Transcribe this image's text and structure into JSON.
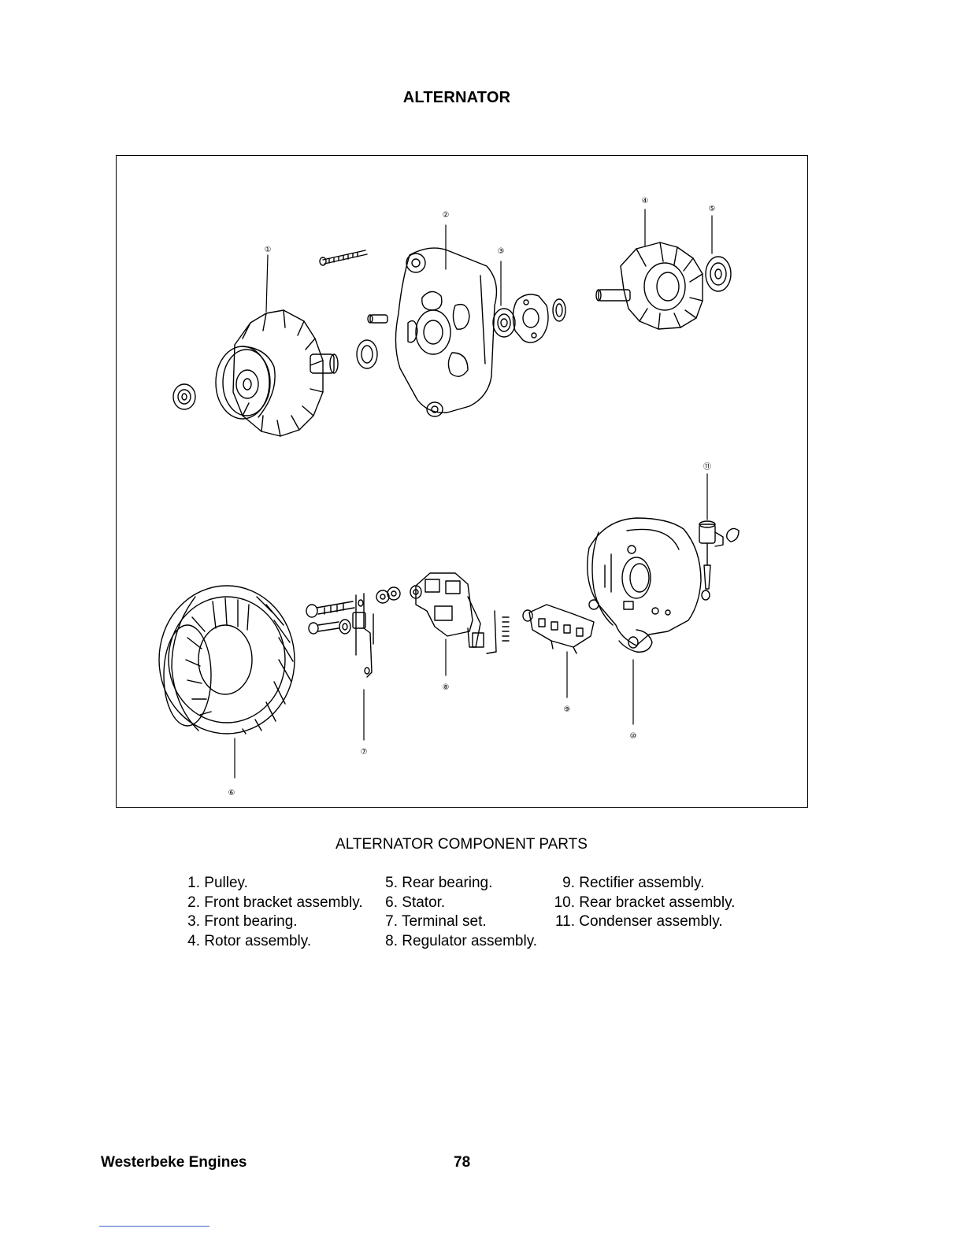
{
  "page": {
    "title": "ALTERNATOR",
    "footer_left": "Westerbeke Engines",
    "page_number": "78"
  },
  "figure": {
    "caption": "ALTERNATOR COMPONENT PARTS",
    "callouts": [
      "①",
      "②",
      "③",
      "④",
      "⑤",
      "⑥",
      "⑦",
      "⑧",
      "⑨",
      "⑩",
      "⑪"
    ]
  },
  "parts": {
    "col1": [
      {
        "num": "1.",
        "label": "Pulley."
      },
      {
        "num": "2.",
        "label": "Front bracket assembly."
      },
      {
        "num": "3.",
        "label": "Front bearing."
      },
      {
        "num": "4.",
        "label": "Rotor assembly."
      }
    ],
    "col2": [
      {
        "num": "5.",
        "label": "Rear bearing."
      },
      {
        "num": "6.",
        "label": "Stator."
      },
      {
        "num": "7.",
        "label": "Terminal set."
      },
      {
        "num": "8.",
        "label": "Regulator assembly."
      }
    ],
    "col3": [
      {
        "num": "9.",
        "label": "Rectifier assembly."
      },
      {
        "num": "10.",
        "label": "Rear bracket assembly."
      },
      {
        "num": "11.",
        "label": "Condenser assembly."
      }
    ]
  }
}
